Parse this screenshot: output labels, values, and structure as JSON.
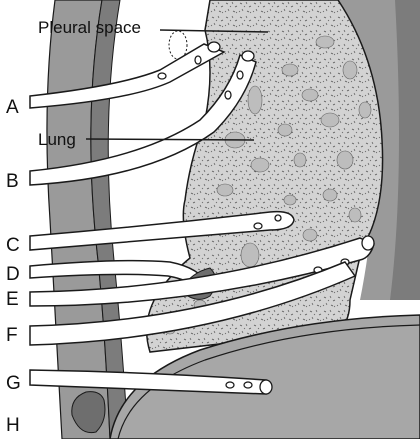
{
  "labels": {
    "pleural_space": "Pleural space",
    "lung": "Lung",
    "letters": [
      "A",
      "B",
      "C",
      "D",
      "E",
      "F",
      "G",
      "H"
    ]
  },
  "colors": {
    "chest_wall": "#9a9a9a",
    "chest_wall_dark": "#7c7c7c",
    "lung_tissue": "#d3d3d3",
    "speckle": "#555555",
    "alveoli": "#bdbdbd",
    "diaphragm": "#a7a7a7",
    "tube": "#ffffff",
    "outline": "#1a1a1a",
    "clot": "#6e6e6e"
  }
}
